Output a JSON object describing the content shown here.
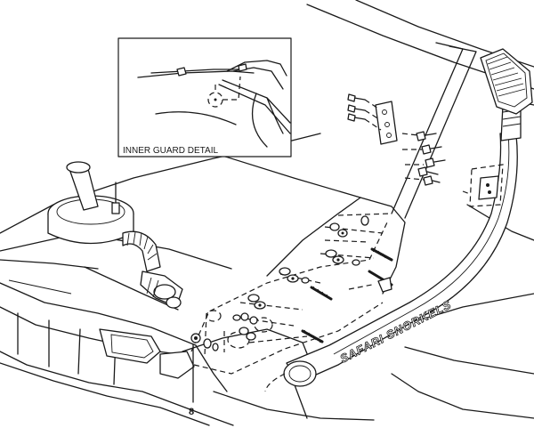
{
  "diagram": {
    "inset_caption": "INNER GUARD DETAIL",
    "snorkel_brand": "SAFARI SNORKELS",
    "callout_number": "8"
  }
}
